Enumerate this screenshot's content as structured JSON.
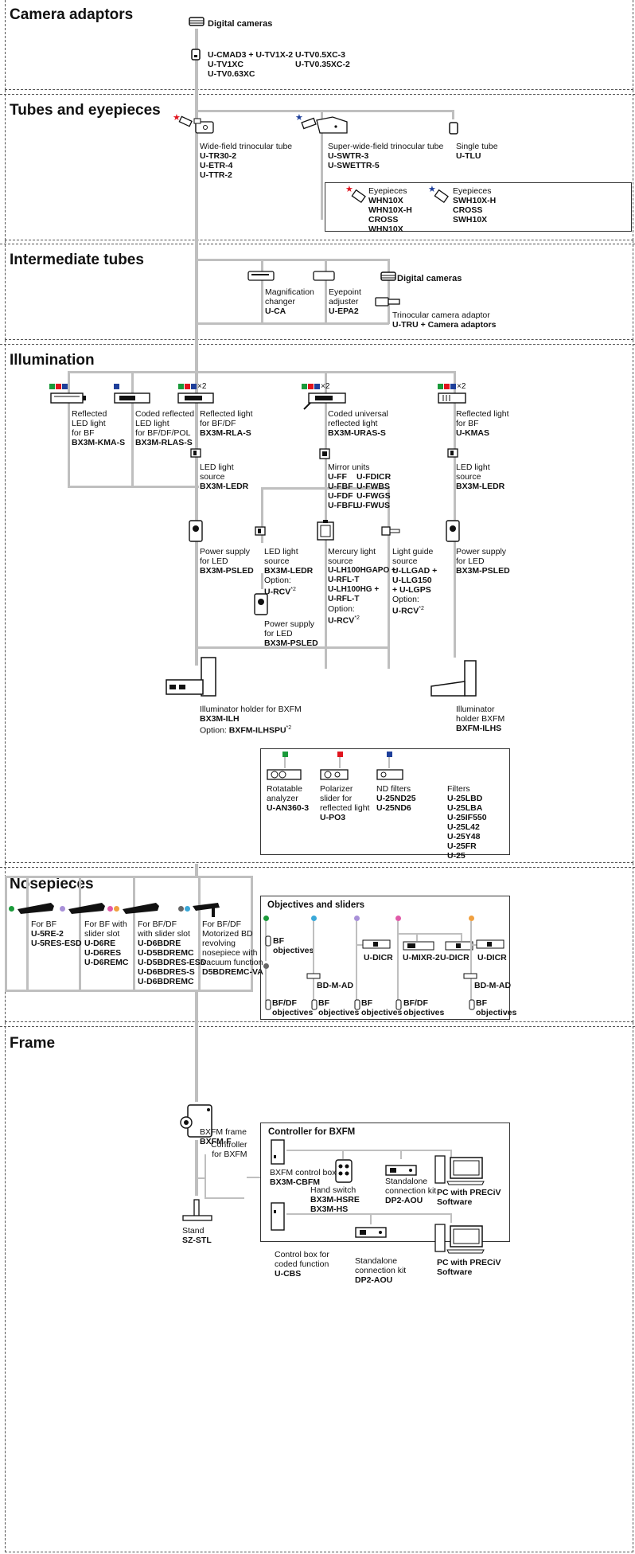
{
  "colors": {
    "line": "#bfbfbf",
    "green": "#1a9a3a",
    "red": "#e0141e",
    "blue": "#1e3f9a",
    "purple": "#a890d8",
    "cyan": "#3aa8d8",
    "pink": "#e05aa8",
    "orange": "#f0a040",
    "gray": "#666666"
  },
  "sections": {
    "camera": "Camera adaptors",
    "tubes": "Tubes and eyepieces",
    "intermediate": "Intermediate tubes",
    "illumination": "Illumination",
    "nosepieces": "Nosepieces",
    "frame": "Frame"
  },
  "camera": {
    "digital": "Digital cameras",
    "col1": "U-CMAD3 + U-TV1X-2\nU-TV1XC\nU-TV0.63XC",
    "col2": "U-TV0.5XC-3\nU-TV0.35XC-2"
  },
  "tubes": {
    "items": [
      {
        "desc": "Wide-field trinocular tube",
        "codes": "U-TR30-2\nU-ETR-4\nU-TTR-2"
      },
      {
        "desc": "Super-wide-field trinocular tube",
        "codes": "U-SWTR-3\nU-SWETTR-5"
      },
      {
        "desc": "Single tube",
        "codes": "U-TLU"
      }
    ],
    "eyepieces": [
      {
        "desc": "Eyepieces",
        "codes": "WHN10X\nWHN10X-H\nCROSS\nWHN10X"
      },
      {
        "desc": "Eyepieces",
        "codes": "SWH10X-H\nCROSS\nSWH10X"
      }
    ],
    "star": "★"
  },
  "intermediate": {
    "items": [
      {
        "desc": "Magnification\nchanger",
        "codes": "U-CA"
      },
      {
        "desc": "Eyepoint\nadjuster",
        "codes": "U-EPA2"
      }
    ],
    "digital": "Digital cameras",
    "adaptor_desc": "Trinocular camera adaptor",
    "adaptor_code": "U-TRU + Camera adaptors"
  },
  "illumination": {
    "top": [
      {
        "desc": "Reflected\nLED light\nfor BF",
        "codes": "BX3M-KMA-S"
      },
      {
        "desc": "Coded reflected\nLED light\nfor BF/DF/POL",
        "codes": "BX3M-RLAS-S"
      },
      {
        "desc": "Reflected light\nfor BF/DF",
        "codes": "BX3M-RLA-S"
      },
      {
        "desc": "Coded universal\nreflected light",
        "codes": "BX3M-URAS-S"
      },
      {
        "desc": "Reflected light\nfor BF",
        "codes": "U-KMAS"
      }
    ],
    "x2": "×2",
    "led1": {
      "desc": "LED light\nsource",
      "codes": "BX3M-LEDR"
    },
    "mirror": {
      "desc": "Mirror units",
      "codes1": "U-FF\nU-FBF\nU-FDF\nU-FBFL",
      "codes2": "U-FDICR\nU-FWBS\nU-FWGS\nU-FWUS"
    },
    "led2": {
      "desc": "LED light\nsource",
      "codes": "BX3M-LEDR"
    },
    "psu1": {
      "desc": "Power supply\nfor LED",
      "codes": "BX3M-PSLED"
    },
    "led3": {
      "desc": "LED light\nsource",
      "codes": "BX3M-LEDR",
      "opt": "Option:",
      "opt_code": "U-RCV",
      "sup": "*2"
    },
    "psu2": {
      "desc": "Power supply\nfor LED",
      "codes": "BX3M-PSLED"
    },
    "mercury": {
      "desc": "Mercury light\nsource",
      "codes": "U-LH100HGAPO +\nU-RFL-T\nU-LH100HG +\nU-RFL-T",
      "opt": "Option:",
      "opt_code": "U-RCV",
      "sup": "*2"
    },
    "guide": {
      "desc": "Light guide\nsource",
      "codes": "U-LLGAD +\nU-LLG150\n+ U-LGPS",
      "opt": "Option:",
      "opt_code": "U-RCV",
      "sup": "*2"
    },
    "psu3": {
      "desc": "Power supply\nfor LED",
      "codes": "BX3M-PSLED"
    },
    "holder1": {
      "desc": "Illuminator holder for BXFM",
      "codes": "BX3M-ILH",
      "opt": "Option: ",
      "opt_code": "BXFM-ILHSPU",
      "sup": "*2"
    },
    "holder2": {
      "desc": "Illuminator\nholder BXFM",
      "codes": "BXFM-ILHS"
    },
    "filters": [
      {
        "desc": "Rotatable\nanalyzer",
        "codes": "U-AN360-3"
      },
      {
        "desc": "Polarizer\nslider for\nreflected light",
        "codes": "U-PO3"
      },
      {
        "desc": "ND filters",
        "codes": "U-25ND25\nU-25ND6"
      },
      {
        "desc": "Filters",
        "codes": "U-25LBD\nU-25LBA\nU-25IF550\nU-25L42\nU-25Y48\nU-25FR\nU-25"
      }
    ]
  },
  "nosepieces": {
    "items": [
      {
        "desc": "For BF",
        "codes": "U-5RE-2\nU-5RES-ESD"
      },
      {
        "desc": "For BF with\nslider slot",
        "codes": "U-D6RE\nU-D6RES\nU-D6REMC"
      },
      {
        "desc": "For BF/DF\nwith slider slot",
        "codes": "U-D6BDRE\nU-D5BDREMC\nU-D5BDRES-ESD\nU-D6BDRES-S\nU-D6BDREMC"
      },
      {
        "desc": "For BF/DF\nMotorized BD\nrevolving\nnosepiece with\nvacuum function",
        "codes": "D5BDREMC-VA"
      }
    ],
    "objectives": {
      "title": "Objectives and sliders",
      "bf_obj": "BF\nobjectives",
      "bfdf_obj": "BF/DF\nobjectives",
      "bd": "BD-M-AD",
      "dicr": "U-DICR",
      "mix": "U-MIXR-2"
    }
  },
  "frame": {
    "bxfm": {
      "desc": "BXFM frame",
      "codes": "BXFM-F"
    },
    "controller_label": "Controller\nfor BXFM",
    "stand": {
      "desc": "Stand",
      "codes": "SZ-STL"
    },
    "box_title": "Controller for BXFM",
    "cbfm": {
      "desc": "BXFM control box",
      "codes": "BX3M-CBFM"
    },
    "hand": {
      "desc": "Hand switch",
      "codes": "BX3M-HSRE\nBX3M-HS"
    },
    "kit1": {
      "desc": "Standalone\nconnection kit",
      "codes": "DP2-AOU"
    },
    "pc1": {
      "codes": "PC with PRECiV\nSoftware"
    },
    "cbs": {
      "desc": "Control box for\ncoded function",
      "codes": "U-CBS"
    },
    "kit2": {
      "desc": "Standalone\nconnection kit",
      "codes": "DP2-AOU"
    },
    "pc2": {
      "codes": "PC with PRECiV\nSoftware"
    }
  }
}
